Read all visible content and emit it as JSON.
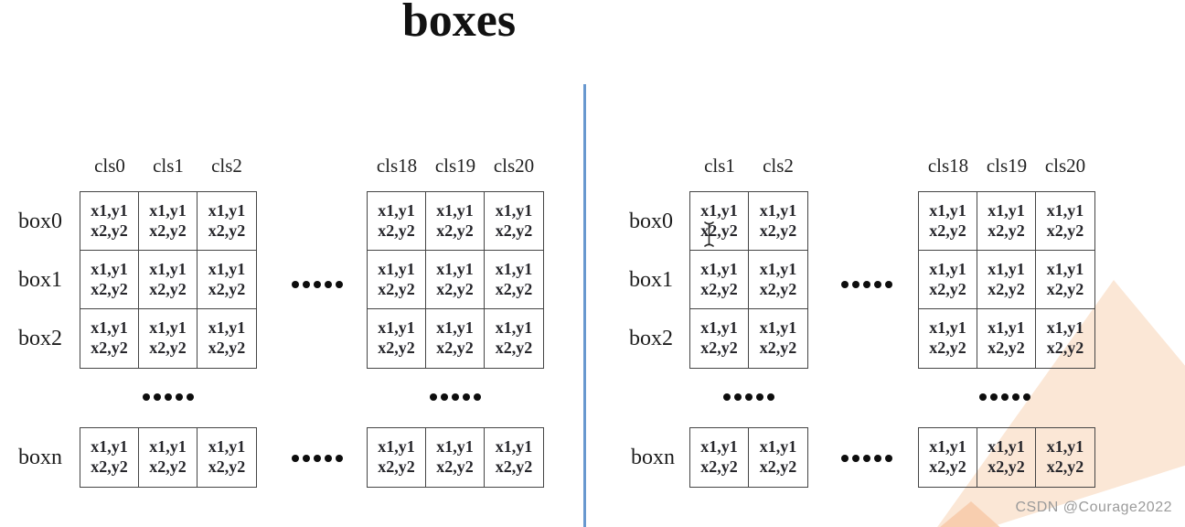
{
  "title": "boxes",
  "cell_text": {
    "line1": "x1,y1",
    "line2": "x2,y2"
  },
  "ellipsis_dot_count": 5,
  "panels": {
    "left": {
      "groups": [
        {
          "headers": [
            "cls0",
            "cls1",
            "cls2"
          ]
        },
        {
          "headers": [
            "cls18",
            "cls19",
            "cls20"
          ]
        }
      ],
      "row_labels": [
        "box0",
        "box1",
        "box2"
      ],
      "bottom_row_label": "boxn"
    },
    "right": {
      "groups": [
        {
          "headers": [
            "cls1",
            "cls2"
          ]
        },
        {
          "headers": [
            "cls18",
            "cls19",
            "cls20"
          ]
        }
      ],
      "row_labels": [
        "box0",
        "box1",
        "box2"
      ],
      "bottom_row_label": "boxn"
    }
  },
  "watermark": {
    "text": "CSDN @Courage2022"
  },
  "colors": {
    "divider": "#6898cf",
    "grid_border": "#454545",
    "text": "#26262b",
    "watermark_triangle": "#fbe7d6",
    "watermark_triangle_accent": "#f7c9a8",
    "watermark_text": "#9b9b9b"
  }
}
